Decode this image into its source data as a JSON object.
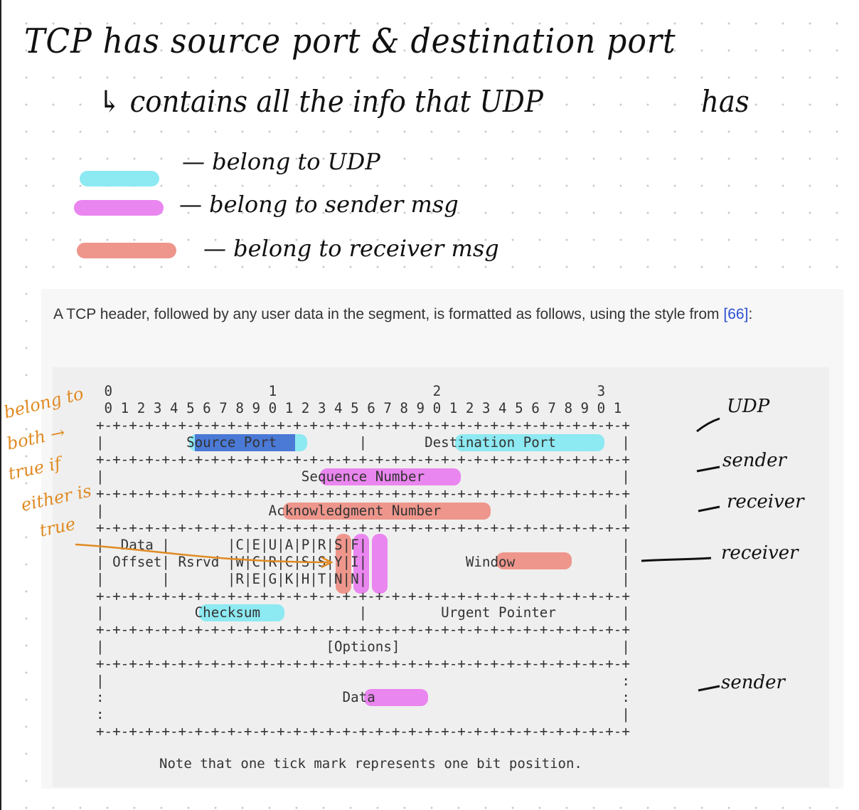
{
  "handwritten": {
    "line1": "TCP has source port & destination port",
    "line2": "↳ contains all the info that UDP",
    "line2_end": "has",
    "legend": [
      {
        "label": "— belong to UDP",
        "color": "#8de9f2"
      },
      {
        "label": "— belong to sender msg",
        "color": "#ea86ef"
      },
      {
        "label": "— belong to receiver msg",
        "color": "#ee968c"
      }
    ],
    "left_note": [
      "belong to",
      "both →",
      "true if",
      "either is",
      "true"
    ],
    "right_notes": [
      "UDP",
      "sender",
      "receiver",
      "receiver",
      "sender"
    ]
  },
  "document": {
    "intro_text": "A TCP header, followed by any user data in the segment, is formatted as follows, using the style from",
    "ref_link": "[66]",
    "ref_suffix": ":",
    "diagram_lines": [
      "    0                   1                   2                   3",
      "    0 1 2 3 4 5 6 7 8 9 0 1 2 3 4 5 6 7 8 9 0 1 2 3 4 5 6 7 8 9 0 1",
      "   +-+-+-+-+-+-+-+-+-+-+-+-+-+-+-+-+-+-+-+-+-+-+-+-+-+-+-+-+-+-+-+-+",
      "   |          Source Port          |       Destination Port        |",
      "   +-+-+-+-+-+-+-+-+-+-+-+-+-+-+-+-+-+-+-+-+-+-+-+-+-+-+-+-+-+-+-+-+",
      "   |                        Sequence Number                        |",
      "   +-+-+-+-+-+-+-+-+-+-+-+-+-+-+-+-+-+-+-+-+-+-+-+-+-+-+-+-+-+-+-+-+",
      "   |                    Acknowledgment Number                      |",
      "   +-+-+-+-+-+-+-+-+-+-+-+-+-+-+-+-+-+-+-+-+-+-+-+-+-+-+-+-+-+-+-+-+",
      "   |  Data |       |C|E|U|A|P|R|S|F|                               |",
      "   | Offset| Rsrvd |W|C|R|C|S|S|Y|I|            Window             |",
      "   |       |       |R|E|G|K|H|T|N|N|                               |",
      "   +-+-+-+-+-+-+-+-+-+-+-+-+-+-+-+-+-+-+-+-+-+-+-+-+-+-+-+-+-+-+-+-+",
      "   |           Checksum            |         Urgent Pointer        |",
      "   +-+-+-+-+-+-+-+-+-+-+-+-+-+-+-+-+-+-+-+-+-+-+-+-+-+-+-+-+-+-+-+-+",
      "   |                           [Options]                           |",
      "   +-+-+-+-+-+-+-+-+-+-+-+-+-+-+-+-+-+-+-+-+-+-+-+-+-+-+-+-+-+-+-+-+",
      "   |                                                               :",
      "   :                             Data                              :",
      "   :                                                               |",
      "   +-+-+-+-+-+-+-+-+-+-+-+-+-+-+-+-+-+-+-+-+-+-+-+-+-+-+-+-+-+-+-+-+"
    ],
    "footnote": "Note that one tick mark represents one bit position."
  }
}
